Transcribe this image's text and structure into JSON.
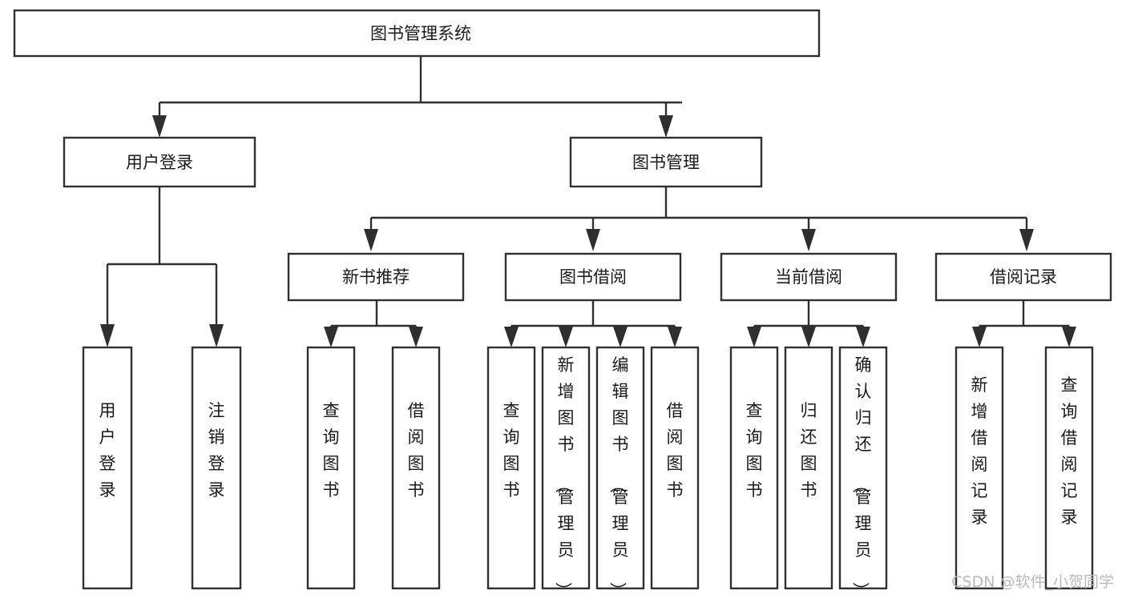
{
  "diagram": {
    "title": "图书管理系统",
    "type": "tree",
    "root": {
      "id": "root",
      "label": "图书管理系统",
      "orientation": "horizontal"
    },
    "level2": [
      {
        "id": "user-login",
        "label": "用户登录",
        "orientation": "horizontal"
      },
      {
        "id": "book-manage",
        "label": "图书管理",
        "orientation": "horizontal"
      }
    ],
    "level3": [
      {
        "id": "new-book-recommend",
        "label": "新书推荐",
        "orientation": "horizontal",
        "parent": "book-manage"
      },
      {
        "id": "book-borrow",
        "label": "图书借阅",
        "orientation": "horizontal",
        "parent": "book-manage"
      },
      {
        "id": "current-borrow",
        "label": "当前借阅",
        "orientation": "horizontal",
        "parent": "book-manage"
      },
      {
        "id": "borrow-record",
        "label": "借阅记录",
        "orientation": "horizontal",
        "parent": "book-manage"
      }
    ],
    "leaves": [
      {
        "id": "leaf-user-login",
        "label": "用户登录",
        "orientation": "vertical",
        "parent": "user-login"
      },
      {
        "id": "leaf-user-logout",
        "label": "注销登录",
        "orientation": "vertical",
        "parent": "user-login"
      },
      {
        "id": "leaf-query-book-1",
        "label": "查询图书",
        "orientation": "vertical",
        "parent": "new-book-recommend"
      },
      {
        "id": "leaf-borrow-book-1",
        "label": "借阅图书",
        "orientation": "vertical",
        "parent": "new-book-recommend"
      },
      {
        "id": "leaf-query-book-2",
        "label": "查询图书",
        "orientation": "vertical",
        "parent": "book-borrow"
      },
      {
        "id": "leaf-add-book",
        "label": "新增图书（管理员）",
        "orientation": "vertical",
        "parent": "book-borrow"
      },
      {
        "id": "leaf-edit-book",
        "label": "编辑图书（管理员）",
        "orientation": "vertical",
        "parent": "book-borrow"
      },
      {
        "id": "leaf-borrow-book-2",
        "label": "借阅图书",
        "orientation": "vertical",
        "parent": "book-borrow"
      },
      {
        "id": "leaf-query-book-3",
        "label": "查询图书",
        "orientation": "vertical",
        "parent": "current-borrow"
      },
      {
        "id": "leaf-return-book",
        "label": "归还图书",
        "orientation": "vertical",
        "parent": "current-borrow"
      },
      {
        "id": "leaf-confirm-return",
        "label": "确认归还（管理员）",
        "orientation": "vertical",
        "parent": "current-borrow"
      },
      {
        "id": "leaf-add-record",
        "label": "新增借阅记录",
        "orientation": "vertical",
        "parent": "borrow-record"
      },
      {
        "id": "leaf-query-record",
        "label": "查询借阅记录",
        "orientation": "vertical",
        "parent": "borrow-record"
      }
    ],
    "watermark": "CSDN @软件_小贺同学",
    "colors": {
      "background": "#ffffff",
      "stroke": "#2f2f2f",
      "text": "#1a1a1a",
      "watermark": "#b9b9b9"
    }
  }
}
